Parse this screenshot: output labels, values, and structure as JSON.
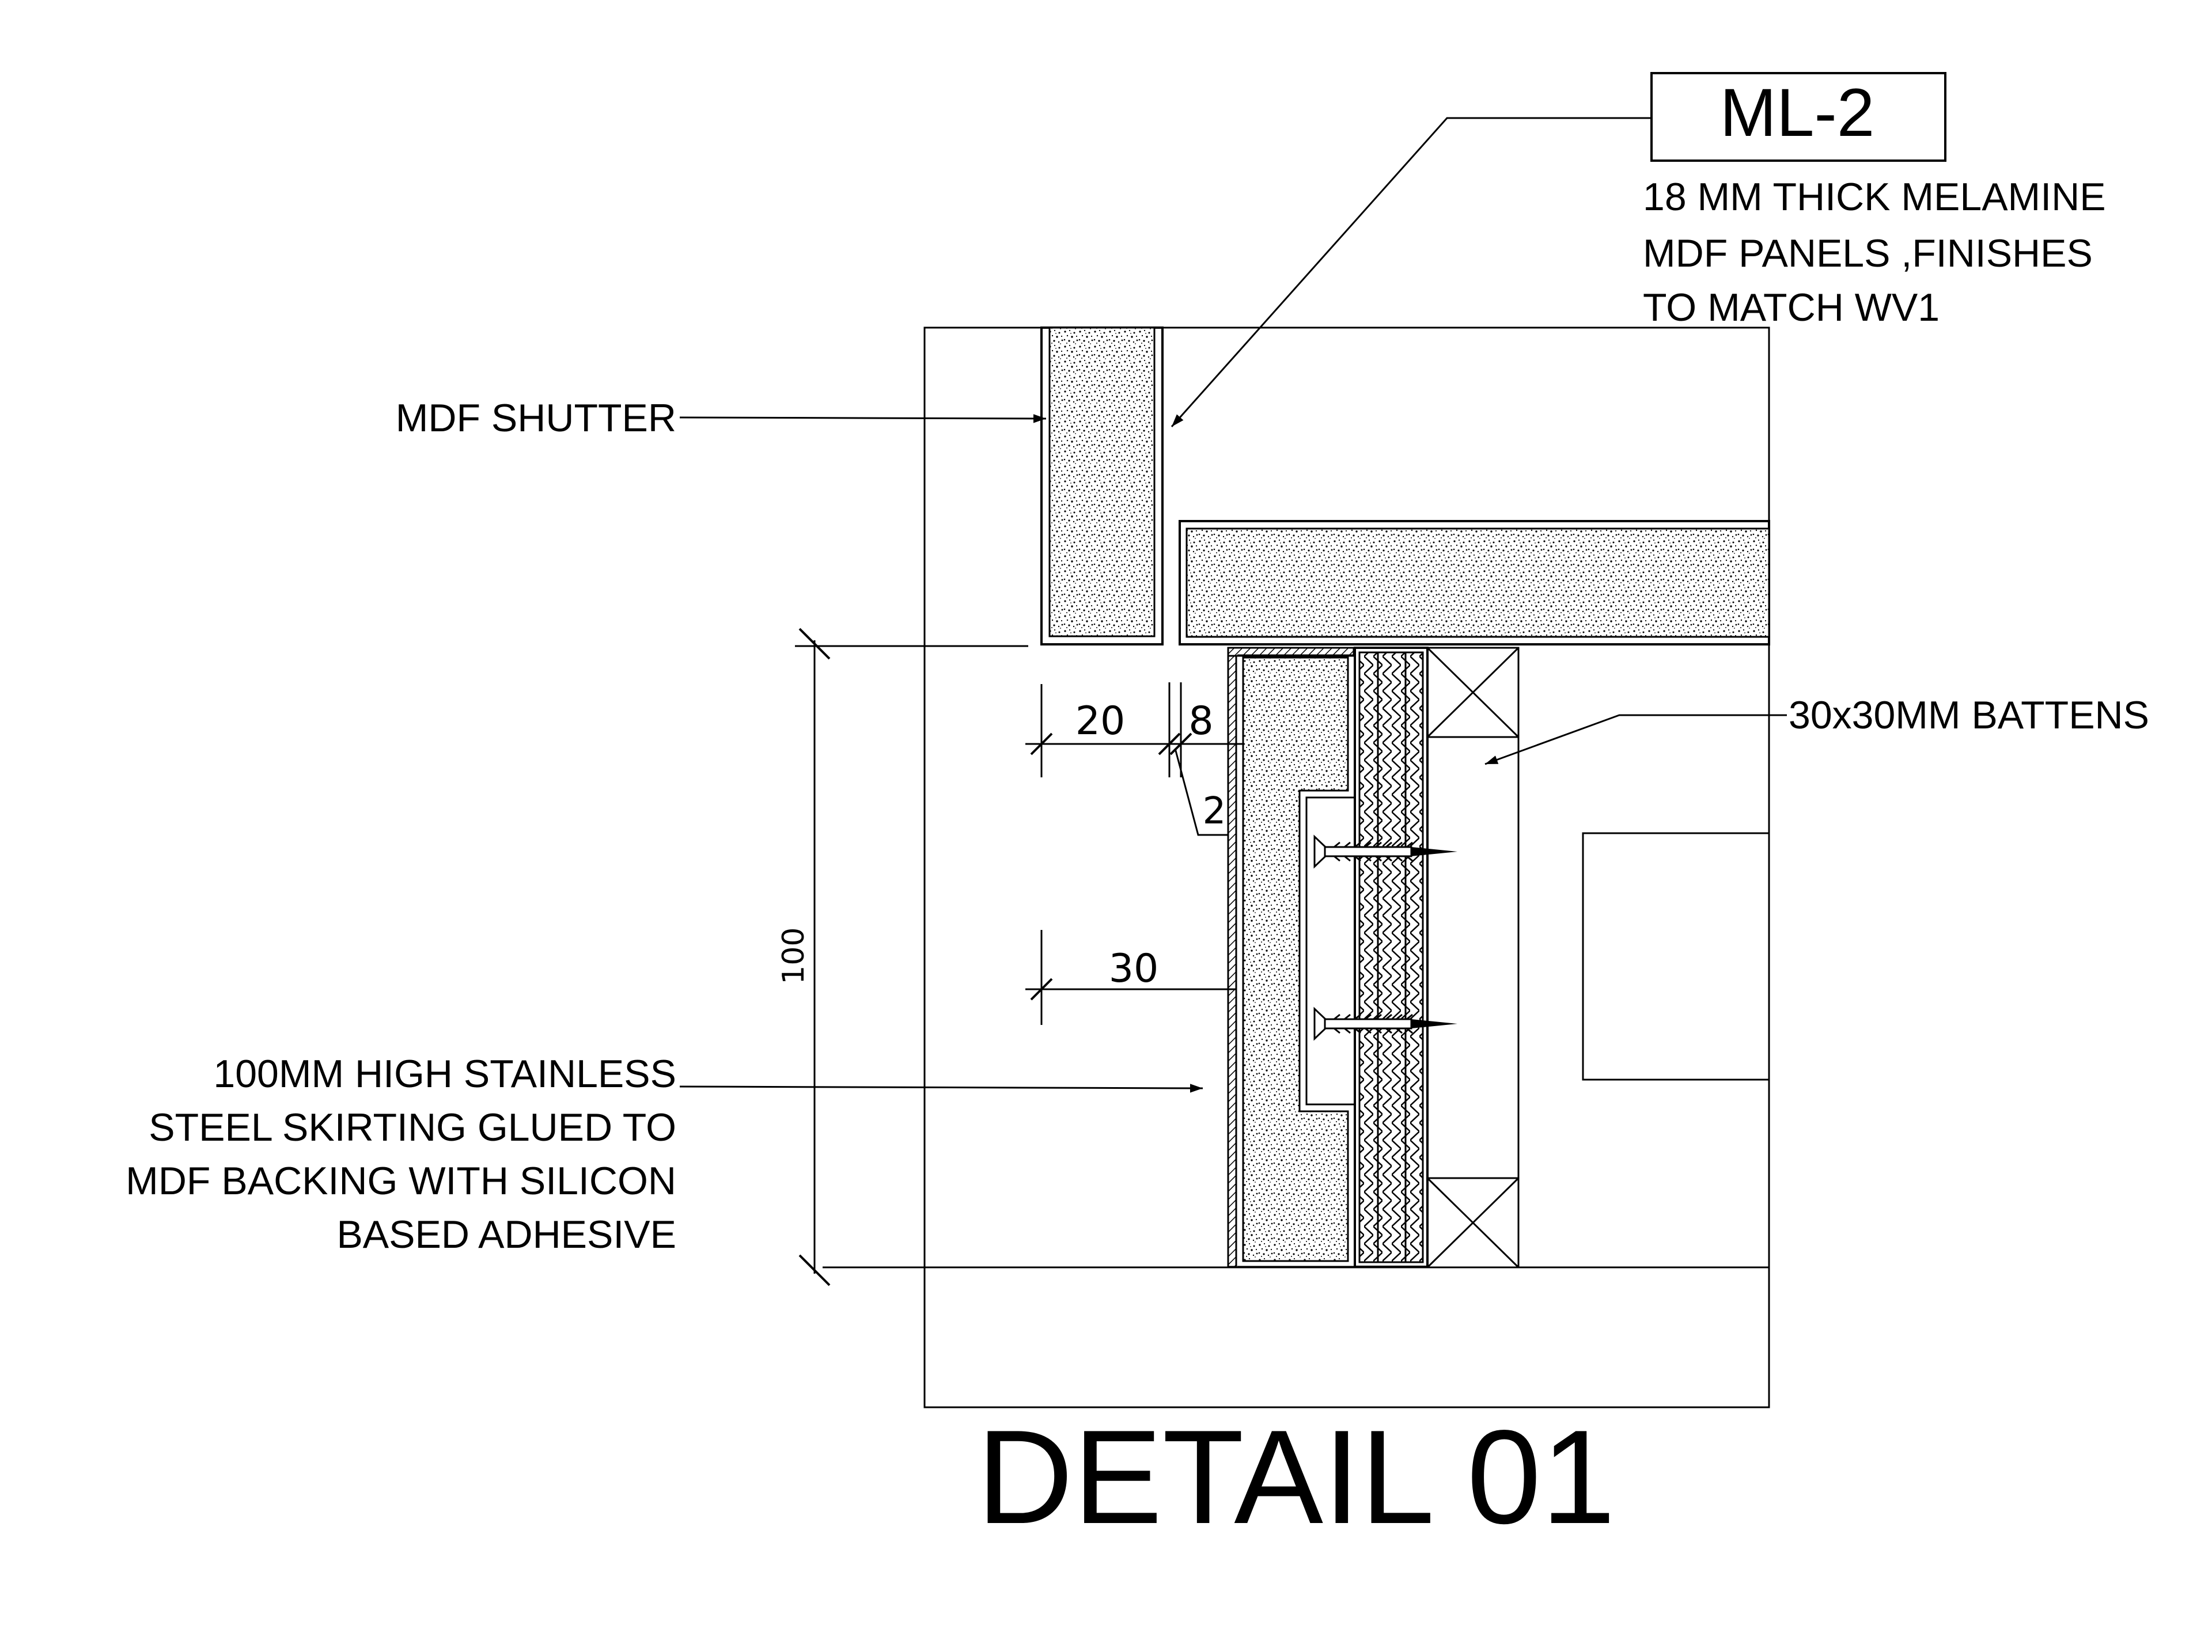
{
  "title": "DETAIL 01",
  "tag": {
    "code": "ML-2"
  },
  "callouts": {
    "ml2_note": [
      "18 MM THICK MELAMINE",
      "MDF PANELS ,FINISHES",
      "TO MATCH WV1"
    ],
    "mdf_shutter": "MDF SHUTTER",
    "battens": "30x30MM BATTENS",
    "skirting": [
      "100MM HIGH STAINLESS",
      "STEEL SKIRTING GLUED TO",
      "MDF BACKING WITH SILICON",
      "BASED ADHESIVE"
    ]
  },
  "dimensions": {
    "gap": "20",
    "skirting_depth": "8",
    "steel": "2",
    "total_depth": "30",
    "height": "100"
  },
  "colors": {
    "line": "#000000",
    "background": "#ffffff"
  }
}
